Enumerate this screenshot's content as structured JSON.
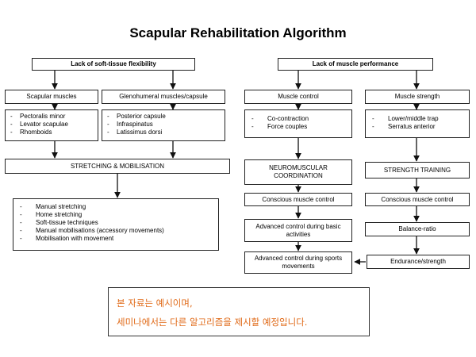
{
  "title": "Scapular Rehabilitation Algorithm",
  "left": {
    "header": "Lack of soft-tissue flexibility",
    "scapular_muscles": {
      "label": "Scapular muscles",
      "items": [
        "Pectoralis minor",
        "Levator scapulae",
        "Rhomboids"
      ]
    },
    "glenohumeral": {
      "label": "Glenohumeral muscles/capsule",
      "items": [
        "Posterior capsule",
        "Infraspinatus",
        "Latissimus dorsi"
      ]
    },
    "stretching": "STRETCHING & MOBILISATION",
    "techniques": [
      "Manual stretching",
      "Home stretching",
      "Soft-tissue techniques",
      "Manual mobilisations (accessory movements)",
      "Mobilisation with movement"
    ]
  },
  "right": {
    "header": "Lack of muscle performance",
    "muscle_control": {
      "label": "Muscle control",
      "items": [
        "Co-contraction",
        "Force couples"
      ]
    },
    "muscle_strength": {
      "label": "Muscle strength",
      "items": [
        "Lower/middle trap",
        "Serratus anterior"
      ]
    },
    "neuromuscular": "NEUROMUSCULAR COORDINATION",
    "strength_training": "STRENGTH TRAINING",
    "conscious_control_left": "Conscious muscle control",
    "conscious_control_right": "Conscious muscle control",
    "advanced_basic": "Advanced control during basic activities",
    "balance_ratio": "Balance-ratio",
    "advanced_sports": "Advanced control during sports movements",
    "endurance": "Endurance/strength"
  },
  "note": {
    "line1": "본 자료는 예시이며,",
    "line2": "세미나에서는 다른 알고리즘을 제시할 예정입니다."
  }
}
